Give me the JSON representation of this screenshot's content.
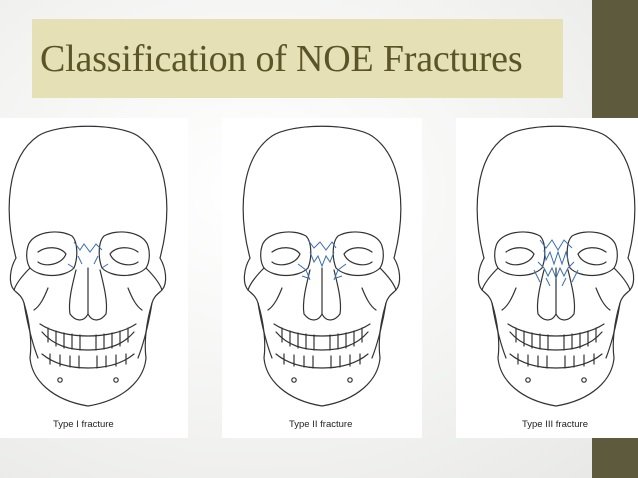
{
  "slide": {
    "title": "Classification of NOE Fractures"
  },
  "figure": {
    "panels": [
      {
        "caption": "Type I fracture"
      },
      {
        "caption": "Type II fracture"
      },
      {
        "caption": "Type III fracture"
      }
    ]
  },
  "colors": {
    "title_box": "#e6e0b7",
    "title_text": "#5a5428",
    "accent_bar": "#5e5a3e",
    "fracture_lines": "#3a6fb0"
  }
}
